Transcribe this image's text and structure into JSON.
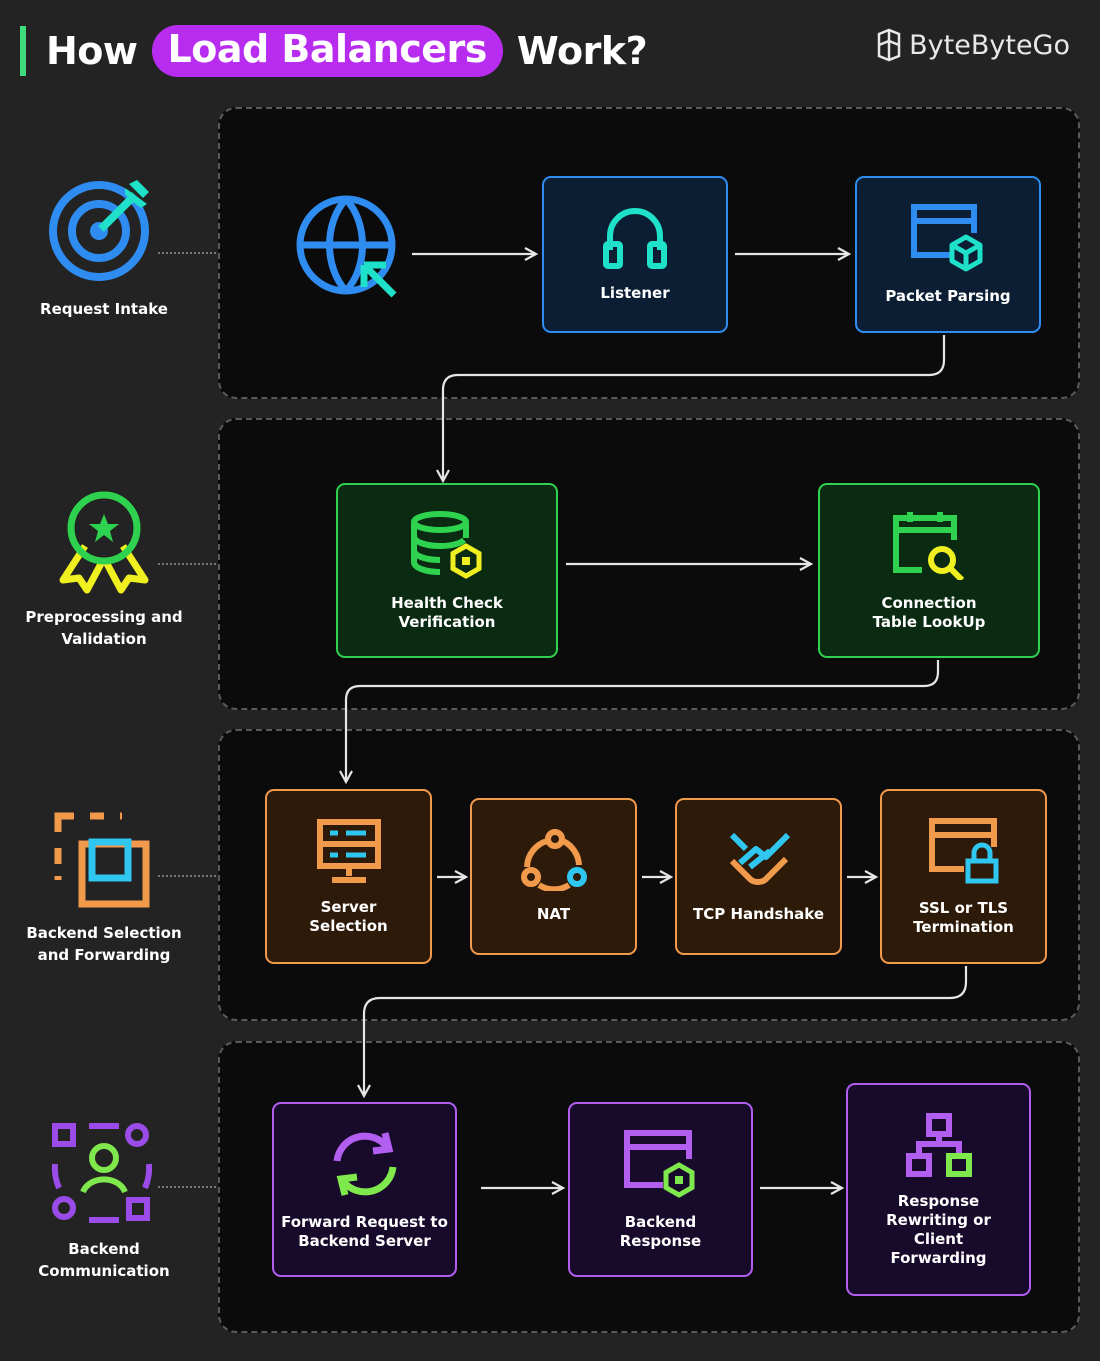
{
  "title": {
    "pre": "How",
    "highlight": "Load Balancers",
    "post": "Work?"
  },
  "brand": {
    "name": "ByteByteGo"
  },
  "colors": {
    "blue": "#2f8cf0",
    "green": "#2fd24f",
    "orange": "#f29a4c",
    "purple": "#b25ef0",
    "accent": "#b82cf0"
  },
  "stages": [
    {
      "label": "Request Intake",
      "icon": "target-icon"
    },
    {
      "label": "Preprocessing and\nValidation",
      "icon": "award-ribbon-icon"
    },
    {
      "label": "Backend Selection\nand Forwarding",
      "icon": "frame-select-icon"
    },
    {
      "label": "Backend\nCommunication",
      "icon": "users-network-icon"
    }
  ],
  "nodes": {
    "listener": "Listener",
    "packet_parsing": "Packet Parsing",
    "health_check": "Health Check\nVerification",
    "connection_table": "Connection\nTable LookUp",
    "server_selection": "Server\nSelection",
    "nat": "NAT",
    "tcp_handshake": "TCP Handshake",
    "ssl_termination": "SSL or TLS\nTermination",
    "forward_request": "Forward Request to\nBackend Server",
    "backend_response": "Backend\nResponse",
    "response_rewriting": "Response\nRewriting or\nClient\nForwarding"
  }
}
